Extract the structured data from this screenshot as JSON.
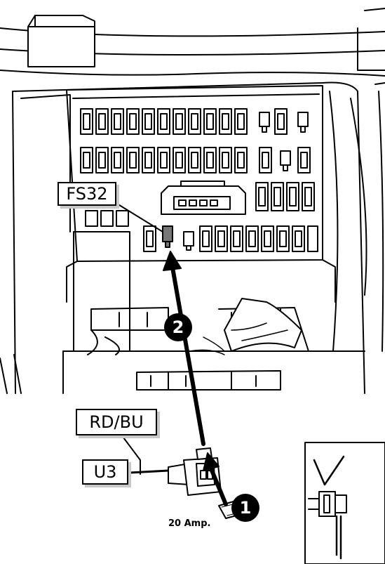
{
  "callouts": {
    "fuse_label": "FS32",
    "wire_color": "RD/BU",
    "connector": "U3",
    "fuse_rating": "20 Amp."
  },
  "steps": [
    "1",
    "2"
  ],
  "colors": {
    "line": "#000000",
    "background": "#ffffff",
    "shadow": "#c8c8c8"
  },
  "icons": [
    "add-a-fuse-tap-icon",
    "checkmark-icon"
  ]
}
